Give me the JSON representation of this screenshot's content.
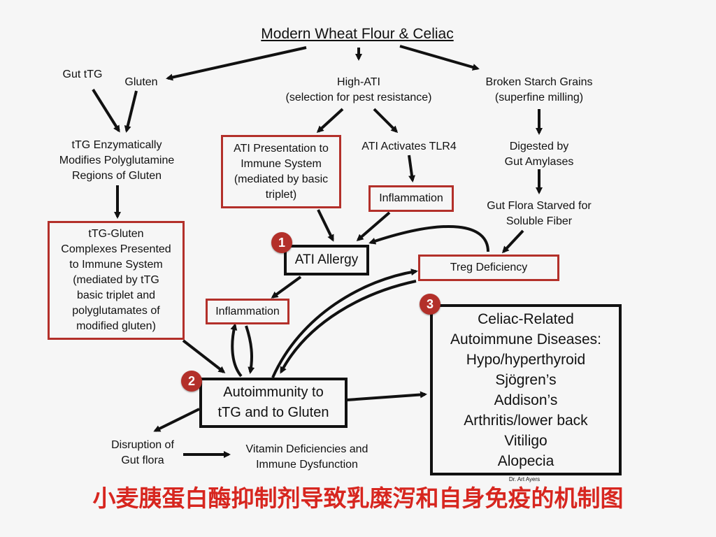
{
  "title": "Modern Wheat Flour & Celiac",
  "nodes": {
    "gut_ttg": "Gut tTG",
    "gluten": "Gluten",
    "high_ati": "High-ATI\n(selection for pest resistance)",
    "broken_starch": "Broken Starch Grains\n(superfine milling)",
    "ttg_modifies": "tTG Enzymatically\nModifies Polyglutamine\nRegions of Gluten",
    "ati_presentation": "ATI Presentation to\nImmune System\n(mediated by basic\ntriplet)",
    "ati_tlr4": "ATI Activates TLR4",
    "digested": "Digested by\nGut Amylases",
    "inflammation_1": "Inflammation",
    "gut_flora_starved": "Gut Flora Starved for\nSoluble Fiber",
    "ttg_gluten_complexes": "tTG-Gluten\nComplexes Presented\nto Immune System\n(mediated by tTG\nbasic triplet and\npolyglutamates of\nmodified gluten)",
    "ati_allergy": "ATI Allergy",
    "treg_deficiency": "Treg Deficiency",
    "inflammation_2": "Inflammation",
    "autoimmunity": "Autoimmunity to\ntTG and to Gluten",
    "celiac_related": "Celiac-Related\nAutoimmune Diseases:\nHypo/hyperthyroid\nSjögren’s\nAddison’s\nArthritis/lower back\nVitiligo\nAlopecia",
    "disruption": "Disruption of\nGut flora",
    "vitamin": "Vitamin Deficiencies and\nImmune Dysfunction"
  },
  "badges": [
    "1",
    "2",
    "3"
  ],
  "credit": "Dr. Art Ayers",
  "caption": "小麦胰蛋白酶抑制剂导致乳糜泻和自身免疫的机制图",
  "colors": {
    "box_red": "#b3302a",
    "box_black": "#111111",
    "caption_red": "#d7261f",
    "background": "#f6f6f6"
  }
}
